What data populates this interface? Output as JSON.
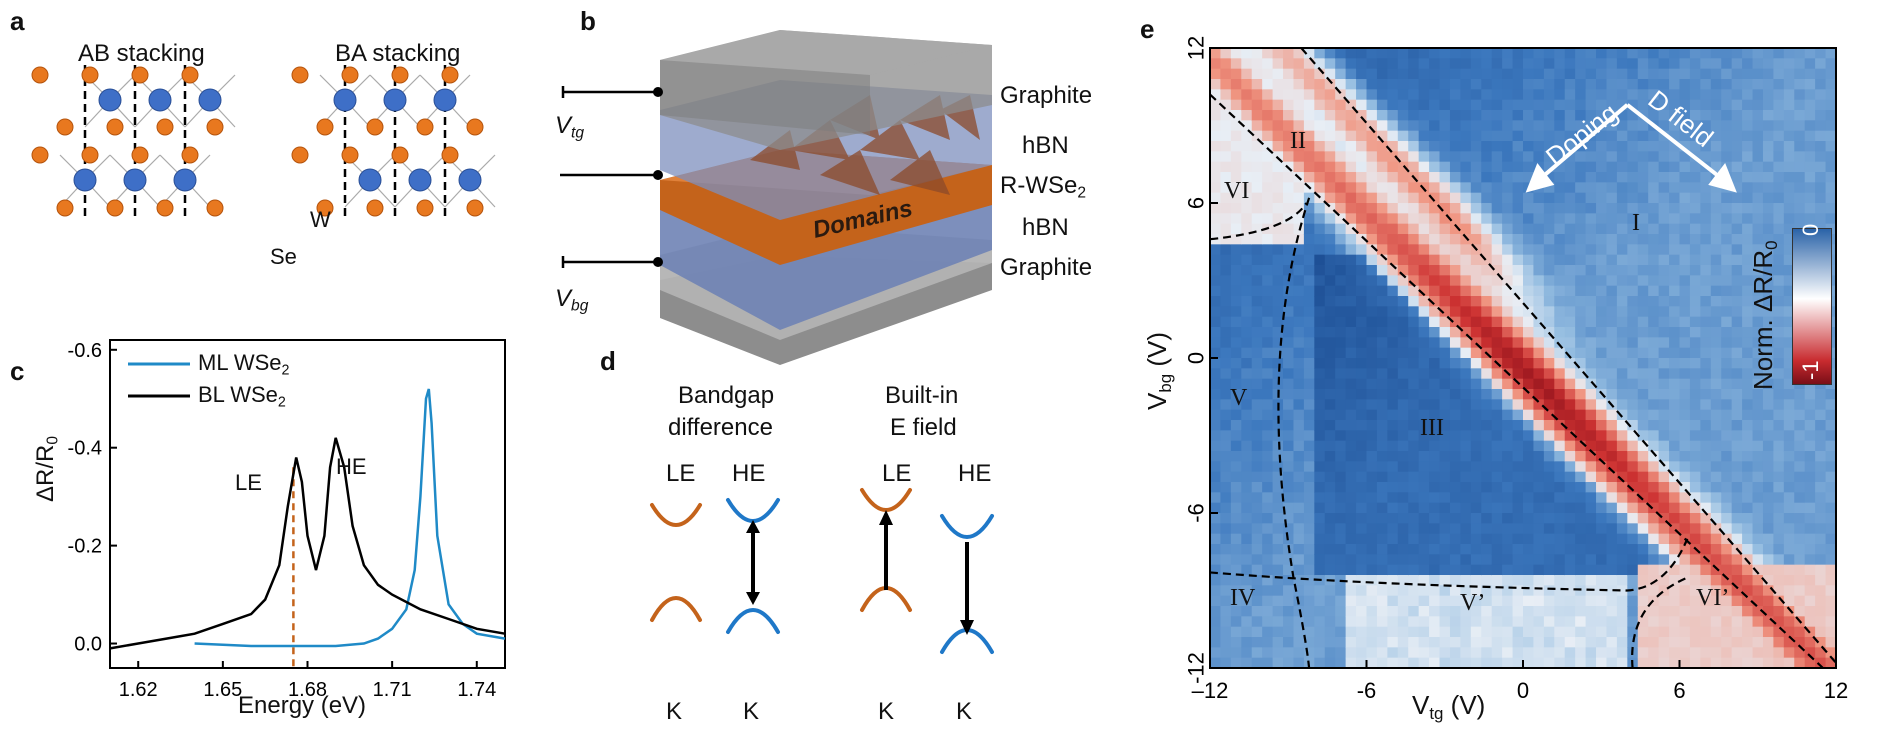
{
  "panels": {
    "a": {
      "label": "a",
      "stacking_left": "AB stacking",
      "stacking_right": "BA stacking",
      "w_label": "W",
      "se_label": "Se",
      "colors": {
        "W": "#3e6fc7",
        "Se": "#e8781f"
      }
    },
    "b": {
      "label": "b",
      "layers": [
        "Graphite",
        "hBN",
        "R-WSe",
        "hBN",
        "Graphite"
      ],
      "wse_sub": "2",
      "domains": "Domains",
      "vtg": "V",
      "vtg_sub": "tg",
      "vbg": "V",
      "vbg_sub": "bg"
    },
    "c": {
      "label": "c",
      "legend_ml": "ML WSe",
      "legend_bl": "BL WSe",
      "legend_sub": "2",
      "le": "LE",
      "he": "HE",
      "xlabel": "Energy (eV)",
      "ylabel": "ΔR/R",
      "ylabel_sub": "0",
      "xticks": [
        "1.62",
        "1.65",
        "1.68",
        "1.71",
        "1.74"
      ],
      "yticks": [
        "-0.6",
        "-0.4",
        "-0.2",
        "0.0"
      ]
    },
    "d": {
      "label": "d",
      "left_title_1": "Bandgap",
      "left_title_2": "difference",
      "right_title_1": "Built-in",
      "right_title_2": "E field",
      "le": "LE",
      "he": "HE",
      "k": "K"
    },
    "e": {
      "label": "e",
      "xlabel": "V",
      "xlabel_sub": "tg",
      "xlabel_unit": " (V)",
      "ylabel": "V",
      "ylabel_sub": "bg",
      "ylabel_unit": " (V)",
      "xticks": [
        "-12",
        "-6",
        "0",
        "6",
        "12"
      ],
      "yticks": [
        "12",
        "6",
        "0",
        "-6",
        "-12"
      ],
      "doping": "Doping",
      "dfield": "D field",
      "regions": [
        "II",
        "VI",
        "I",
        "V",
        "III",
        "IV",
        "V’",
        "VI’"
      ],
      "cbar_label": "Norm. ΔR/R",
      "cbar_sub": "0",
      "cbar_top": "0",
      "cbar_bottom": "-1"
    }
  },
  "chart_data": [
    {
      "type": "line",
      "panel": "c",
      "xlabel": "Energy (eV)",
      "ylabel": "ΔR/R0",
      "xlim": [
        1.61,
        1.75
      ],
      "ylim": [
        0.05,
        -0.62
      ],
      "series": [
        {
          "name": "ML WSe2",
          "color": "#1f8ac7",
          "x": [
            1.64,
            1.66,
            1.68,
            1.69,
            1.7,
            1.705,
            1.71,
            1.715,
            1.718,
            1.72,
            1.722,
            1.723,
            1.724,
            1.726,
            1.73,
            1.735,
            1.74,
            1.75
          ],
          "y": [
            0.0,
            0.005,
            0.005,
            0.005,
            0.0,
            -0.01,
            -0.03,
            -0.07,
            -0.15,
            -0.3,
            -0.5,
            -0.52,
            -0.45,
            -0.22,
            -0.08,
            -0.04,
            -0.02,
            -0.01
          ]
        },
        {
          "name": "BL WSe2",
          "color": "#000000",
          "x": [
            1.61,
            1.62,
            1.63,
            1.64,
            1.65,
            1.66,
            1.665,
            1.67,
            1.673,
            1.676,
            1.678,
            1.68,
            1.683,
            1.686,
            1.688,
            1.69,
            1.693,
            1.696,
            1.7,
            1.705,
            1.71,
            1.72,
            1.73,
            1.74,
            1.75
          ],
          "y": [
            0.01,
            0.0,
            -0.01,
            -0.02,
            -0.04,
            -0.06,
            -0.09,
            -0.16,
            -0.28,
            -0.38,
            -0.33,
            -0.22,
            -0.15,
            -0.22,
            -0.36,
            -0.42,
            -0.36,
            -0.24,
            -0.16,
            -0.12,
            -0.1,
            -0.07,
            -0.05,
            -0.03,
            -0.02
          ]
        }
      ],
      "markers": {
        "LE": 1.675,
        "HE": 1.69
      }
    },
    {
      "type": "heatmap",
      "panel": "e",
      "xlabel": "Vtg (V)",
      "ylabel": "Vbg (V)",
      "xlim": [
        -12,
        12
      ],
      "ylim": [
        -12,
        12
      ],
      "colorbar": {
        "label": "Norm. ΔR/R0",
        "range": [
          -1,
          0
        ]
      },
      "main_ridge_slope": -1.0
    }
  ]
}
